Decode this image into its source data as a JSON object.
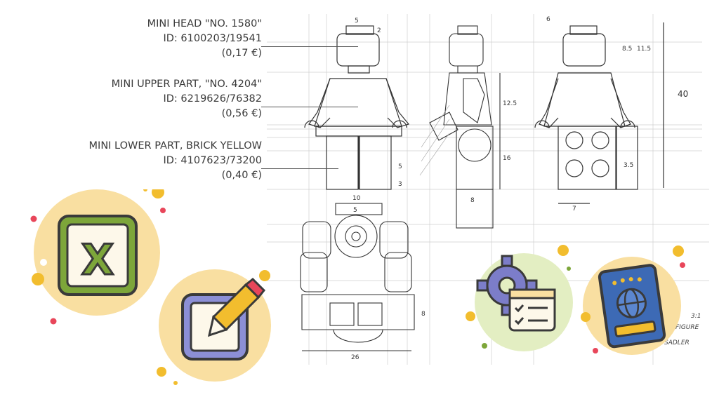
{
  "parts": [
    {
      "name": "MINI HEAD \"NO. 1580\"",
      "id": "ID: 6100203/19541",
      "price": "(0,17 €)"
    },
    {
      "name": "MINI UPPER PART, \"NO. 4204\"",
      "id": "ID: 6219626/76382",
      "price": "(0,56 €)"
    },
    {
      "name": "MINI LOWER PART, BRICK YELLOW",
      "id": "ID: 4107623/73200",
      "price": "(0,40 €)"
    }
  ],
  "dimensions": {
    "d1": "5",
    "d2": "2",
    "d3": "6",
    "d4": "8.5",
    "d5": "11.5",
    "d6": "40",
    "d7": "12.5",
    "d8": "16",
    "d9": "8",
    "d10": "10",
    "d11": "5",
    "d12": "26",
    "d13": "7",
    "d14": "3",
    "d15": "5",
    "d16": "8",
    "d17": "3.5"
  },
  "corner_note": {
    "scale": "3:1",
    "line1": "FIGURE",
    "line2": "SADLER"
  },
  "icons": {
    "excel": "spreadsheet-x-icon",
    "edit": "pencil-edit-icon",
    "settings": "gear-checklist-icon",
    "passport": "passport-icon"
  },
  "colors": {
    "circle_bg": "#f9dfa1",
    "circle_green": "#e3eec2",
    "excel_green": "#7da63a",
    "pencil_purple": "#8c8fd6",
    "gear_purple": "#7c7dc9",
    "passport_blue": "#3d6ab5",
    "dot_red": "#e8465a",
    "dot_yellow": "#f2bd2e"
  }
}
